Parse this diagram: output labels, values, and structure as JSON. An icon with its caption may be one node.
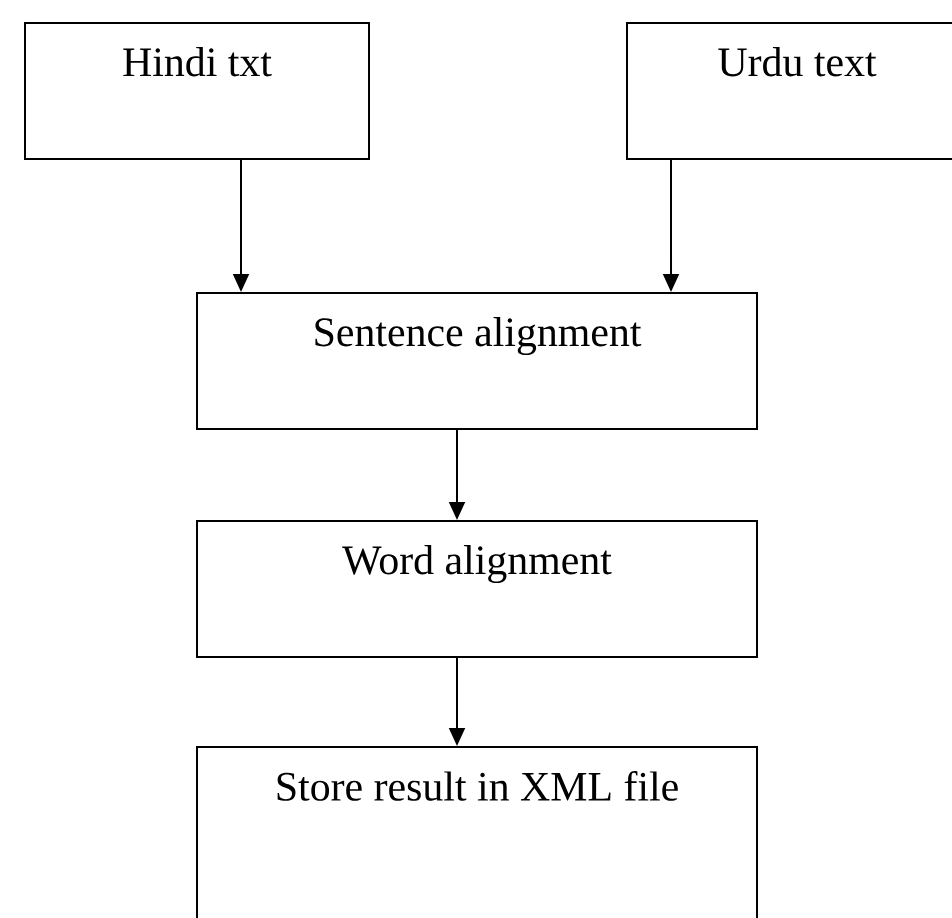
{
  "diagram": {
    "nodes": [
      {
        "text": [
          "Hindi txt"
        ]
      },
      {
        "text": [
          "Urdu text"
        ]
      },
      {
        "text": [
          "Sentence alignment"
        ]
      },
      {
        "text": [
          "Word alignment"
        ]
      },
      {
        "text": [
          "Store result in XML file"
        ]
      }
    ],
    "edges": [
      {
        "from": 0,
        "to": 2,
        "arrow": "to"
      },
      {
        "from": 1,
        "to": 2,
        "arrow": "to"
      },
      {
        "from": 2,
        "to": 3,
        "arrow": "to"
      },
      {
        "from": 3,
        "to": 4,
        "arrow": "to"
      }
    ]
  }
}
